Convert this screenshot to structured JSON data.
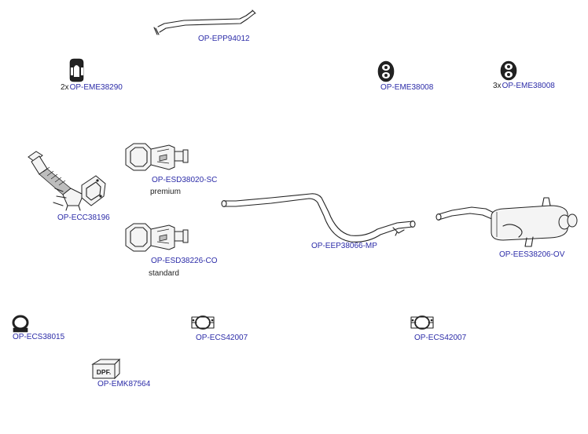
{
  "parts": {
    "epp94012": {
      "code": "OP-EPP94012",
      "qty": ""
    },
    "eme38290": {
      "code": "OP-EME38290",
      "qty": "2x"
    },
    "eme38008a": {
      "code": "OP-EME38008",
      "qty": ""
    },
    "eme38008b": {
      "code": "OP-EME38008",
      "qty": "3x"
    },
    "esd38020": {
      "code": "OP-ESD38020-SC",
      "note": "premium"
    },
    "ecc38196": {
      "code": "OP-ECC38196"
    },
    "eep38066": {
      "code": "OP-EEP38066-MP"
    },
    "ees38206": {
      "code": "OP-EES38206-OV"
    },
    "esd38226": {
      "code": "OP-ESD38226-CO",
      "note": "standard"
    },
    "ecs38015": {
      "code": "OP-ECS38015"
    },
    "ecs42007a": {
      "code": "OP-ECS42007"
    },
    "ecs42007b": {
      "code": "OP-ECS42007"
    },
    "emk87564": {
      "code": "OP-EMK87564",
      "badge": "DPF."
    }
  },
  "colors": {
    "link": "#2c2ca8",
    "line": "#222222",
    "background": "#ffffff"
  },
  "icons": {
    "epp94012": "flex-pipe-icon",
    "eme38290": "rubber-mount-icon",
    "eme38008": "rubber-hanger-icon",
    "esd38020": "dpf-filter-icon",
    "ecc38196": "catalytic-converter-icon",
    "eep38066": "middle-pipe-icon",
    "ees38206": "rear-silencer-icon",
    "ecs38015": "clamp-icon",
    "ecs42007": "double-clamp-icon",
    "emk87564": "dpf-box-icon"
  }
}
